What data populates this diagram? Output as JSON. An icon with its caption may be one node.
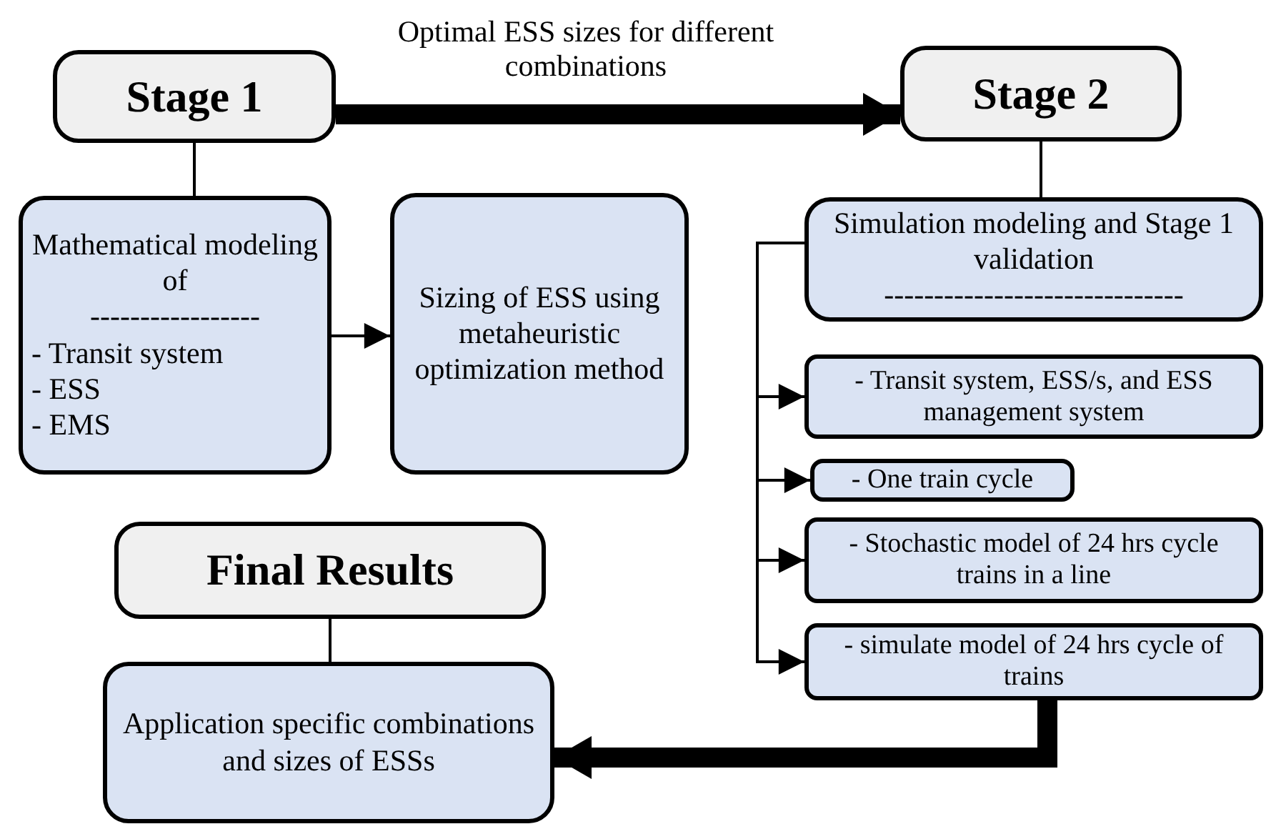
{
  "diagram": {
    "nodes": [
      {
        "text": [
          "Stage 1"
        ]
      },
      {
        "text": [
          "Mathematical modeling of",
          "-----------------",
          "- Transit system",
          "- ESS",
          "- EMS"
        ]
      },
      {
        "text": [
          "Sizing of ESS using metaheuristic optimization method"
        ]
      },
      {
        "text": [
          "Stage 2"
        ]
      },
      {
        "text": [
          "Simulation modeling and Stage 1 validation",
          "------------------------------"
        ]
      },
      {
        "text": [
          "- Transit system, ESS/s, and ESS management system"
        ]
      },
      {
        "text": [
          "- One train cycle"
        ]
      },
      {
        "text": [
          "- Stochastic model of 24 hrs cycle trains in a line"
        ]
      },
      {
        "text": [
          "- simulate model of 24 hrs cycle of trains"
        ]
      },
      {
        "text": [
          "Final Results"
        ]
      },
      {
        "text": [
          "Application specific combinations and sizes of ESSs"
        ]
      }
    ],
    "edges": [
      {
        "from": 0,
        "to": 1,
        "arrow": "none"
      },
      {
        "from": 1,
        "to": 2,
        "arrow": "to"
      },
      {
        "from": 0,
        "to": 3,
        "arrow": "to",
        "style": "thick",
        "label": "Optimal ESS sizes for different combinations"
      },
      {
        "from": 3,
        "to": 4,
        "arrow": "none"
      },
      {
        "from": 4,
        "to": 5,
        "arrow": "to"
      },
      {
        "from": 4,
        "to": 6,
        "arrow": "to"
      },
      {
        "from": 4,
        "to": 7,
        "arrow": "to"
      },
      {
        "from": 4,
        "to": 8,
        "arrow": "to"
      },
      {
        "from": 9,
        "to": 10,
        "arrow": "none"
      },
      {
        "from": 8,
        "to": 10,
        "arrow": "to",
        "style": "thick"
      }
    ]
  }
}
